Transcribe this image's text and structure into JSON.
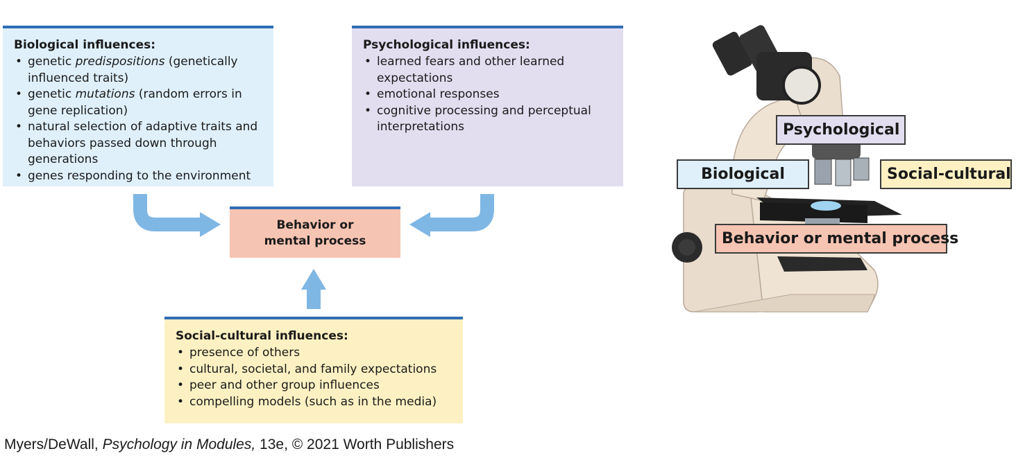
{
  "biological": {
    "title": "Biological influences:",
    "items": [
      [
        "genetic ",
        "predispositions",
        " (genetically influenced traits)"
      ],
      [
        "genetic ",
        "mutations",
        " (random errors in gene replication)"
      ],
      [
        "natural selection of adaptive traits and behaviors passed down through generations",
        "",
        ""
      ],
      [
        "genes responding to the environment",
        "",
        ""
      ]
    ]
  },
  "psychological": {
    "title": "Psychological influences:",
    "items": [
      "learned fears and other learned expectations",
      "emotional responses",
      "cognitive processing and perceptual interpretations"
    ]
  },
  "social_cultural": {
    "title": "Social-cultural influences:",
    "items": [
      "presence of others",
      "cultural, societal, and family expectations",
      "peer and other group influences",
      "compelling models (such as in the media)"
    ]
  },
  "behavior": {
    "line1": "Behavior or",
    "line2": "mental process"
  },
  "microscope_labels": {
    "psychological": "Psychological",
    "biological": "Biological",
    "social_cultural": "Social-cultural",
    "behavior": "Behavior or mental process"
  },
  "credit": {
    "authors": "Myers/DeWall, ",
    "book": "Psychology in Modules,",
    "rest": " 13e, © 2021 Worth Publishers"
  },
  "colors": {
    "biological_bg": "#dff0fb",
    "psychological_bg": "#e2def0",
    "social_cultural_bg": "#fdf1c3",
    "behavior_bg": "#f6c4b2",
    "rule": "#2f6db5",
    "arrow": "#7fb7e4"
  }
}
